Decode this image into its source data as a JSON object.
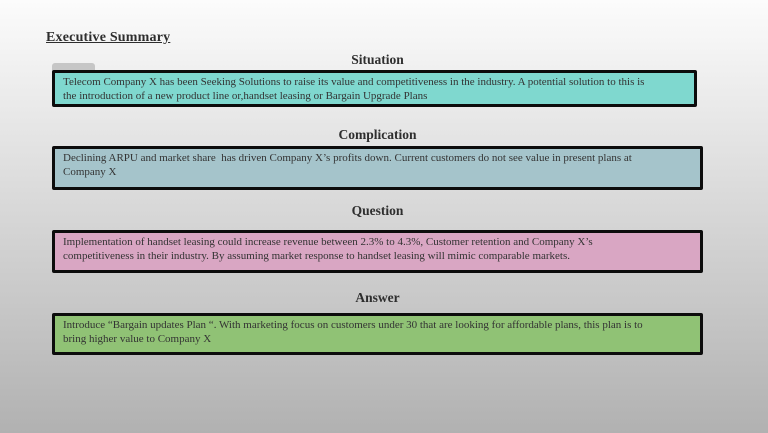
{
  "page": {
    "title": "Executive Summary"
  },
  "colors": {
    "background_top": "#fcfcfc",
    "background_bottom": "#b1b1b1",
    "box_border": "#0c0c0c",
    "gray_tab": "#c6c6c6",
    "heading_text": "#2e2e2e",
    "box_text": "#333333"
  },
  "sections": [
    {
      "heading": "Situation",
      "fill": "#7fd8cf",
      "text": "Telecom Company X has been Seeking Solutions to raise its value and competitiveness in the industry. A potential solution to this is\nthe introduction of a new product line or,handset leasing or Bargain Upgrade Plans"
    },
    {
      "heading": "Complication",
      "fill": "#a5c4cb",
      "text": "Declining ARPU and market share  has driven Company X’s profits down. Current customers do not see value in present plans at\nCompany X"
    },
    {
      "heading": "Question",
      "fill": "#d9a6c3",
      "text": "Implementation of handset leasing could increase revenue between 2.3% to 4.3%, Customer retention and Company X’s\ncompetitiveness in their industry. By assuming market response to handset leasing will mimic comparable markets."
    },
    {
      "heading": "Answer",
      "fill": "#90c275",
      "text": "Introduce “Bargain updates Plan “. With marketing focus on customers under 30 that are looking for affordable plans, this plan is to\nbring higher value to Company X"
    }
  ]
}
